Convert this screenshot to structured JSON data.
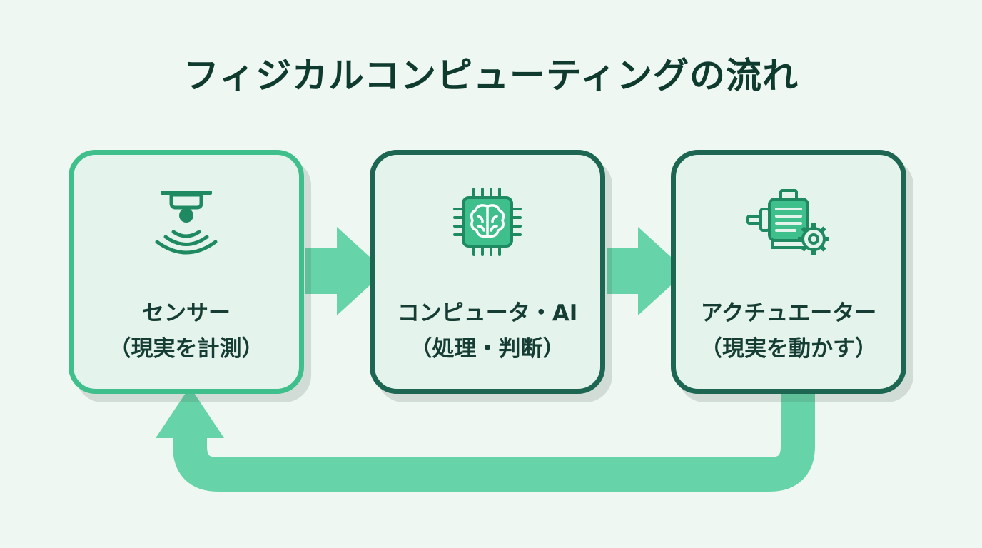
{
  "title": "フィジカルコンピューティングの流れ",
  "colors": {
    "background": "#eef7f2",
    "box_fill": "#e4f4ec",
    "sensor_border": "#3fbf8c",
    "dark_border": "#1d6651",
    "arrow": "#66d4a8",
    "text": "#163d33"
  },
  "steps": [
    {
      "name": "センサー",
      "description": "（現実を計測）",
      "icon": "sensor-icon"
    },
    {
      "name": "コンピュータ・AI",
      "description": "（処理・判断）",
      "icon": "ai-chip-icon"
    },
    {
      "name": "アクチュエーター",
      "description": "（現実を動かす）",
      "icon": "motor-gear-icon"
    }
  ]
}
